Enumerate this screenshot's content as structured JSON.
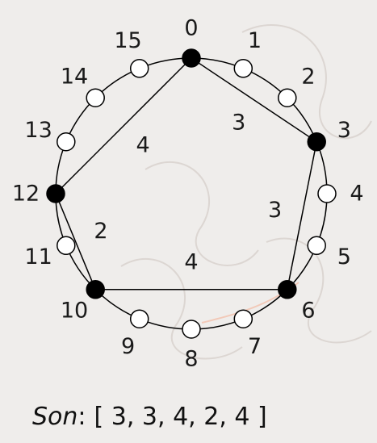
{
  "diagram": {
    "divisions": 16,
    "points": [
      {
        "label": "0"
      },
      {
        "label": "1"
      },
      {
        "label": "2"
      },
      {
        "label": "3"
      },
      {
        "label": "4"
      },
      {
        "label": "5"
      },
      {
        "label": "6"
      },
      {
        "label": "7"
      },
      {
        "label": "8"
      },
      {
        "label": "9"
      },
      {
        "label": "10"
      },
      {
        "label": "11"
      },
      {
        "label": "12"
      },
      {
        "label": "13"
      },
      {
        "label": "14"
      },
      {
        "label": "15"
      }
    ],
    "filled_points": [
      0,
      3,
      6,
      10,
      12
    ],
    "polygon": [
      0,
      3,
      6,
      10,
      12
    ],
    "edges": [
      {
        "from": 0,
        "to": 3,
        "label": "3"
      },
      {
        "from": 3,
        "to": 6,
        "label": "3"
      },
      {
        "from": 6,
        "to": 10,
        "label": "4"
      },
      {
        "from": 10,
        "to": 12,
        "label": "2"
      },
      {
        "from": 12,
        "to": 0,
        "label": "4"
      }
    ],
    "colors": {
      "filled": "#000000",
      "open": "#ffffff",
      "stroke": "#000000"
    }
  },
  "caption": {
    "prefix": "Son",
    "separator": ":",
    "sequence": "[ 3, 3, 4, 2, 4 ]"
  }
}
